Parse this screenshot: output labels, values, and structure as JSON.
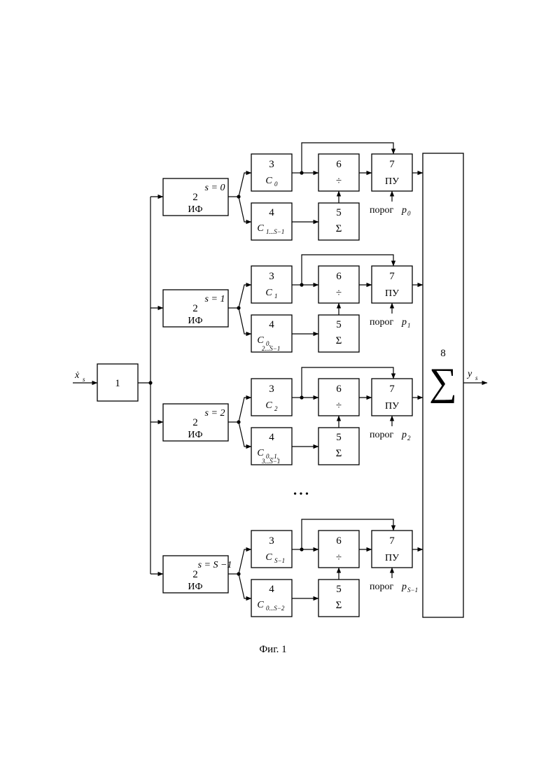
{
  "input": {
    "label": "ẋ",
    "label_sub": "s",
    "block_number": "1"
  },
  "output": {
    "label": "y",
    "label_sub": "s"
  },
  "summator": {
    "number": "8",
    "symbol": "∑"
  },
  "channels": [
    {
      "filter": {
        "number": "2",
        "name": "ИФ",
        "s_label": "s = 0"
      },
      "block3": {
        "number": "3",
        "symbol": "C",
        "sub": "0"
      },
      "block4": {
        "number": "4",
        "symbol": "C",
        "sub": "1...S−1",
        "sub2": ""
      },
      "block5": {
        "number": "5",
        "symbol": "Σ"
      },
      "block6": {
        "number": "6",
        "symbol": "÷"
      },
      "block7": {
        "number": "7",
        "name": "ПУ"
      },
      "threshold": {
        "word": "порог",
        "symbol": "p",
        "sub": "0"
      }
    },
    {
      "filter": {
        "number": "2",
        "name": "ИФ",
        "s_label": "s = 1"
      },
      "block3": {
        "number": "3",
        "symbol": "C",
        "sub": "1"
      },
      "block4": {
        "number": "4",
        "symbol": "C",
        "sub": "0,",
        "sub2": "2...S−1"
      },
      "block5": {
        "number": "5",
        "symbol": "Σ"
      },
      "block6": {
        "number": "6",
        "symbol": "÷"
      },
      "block7": {
        "number": "7",
        "name": "ПУ"
      },
      "threshold": {
        "word": "порог",
        "symbol": "p",
        "sub": "1"
      }
    },
    {
      "filter": {
        "number": "2",
        "name": "ИФ",
        "s_label": "s = 2"
      },
      "block3": {
        "number": "3",
        "symbol": "C",
        "sub": "2"
      },
      "block4": {
        "number": "4",
        "symbol": "C",
        "sub": "0...1,",
        "sub2": "3...S−1"
      },
      "block5": {
        "number": "5",
        "symbol": "Σ"
      },
      "block6": {
        "number": "6",
        "symbol": "÷"
      },
      "block7": {
        "number": "7",
        "name": "ПУ"
      },
      "threshold": {
        "word": "порог",
        "symbol": "p",
        "sub": "2"
      }
    },
    {
      "filter": {
        "number": "2",
        "name": "ИФ",
        "s_label": "s = S −1"
      },
      "block3": {
        "number": "3",
        "symbol": "C",
        "sub": "S−1"
      },
      "block4": {
        "number": "4",
        "symbol": "C",
        "sub": "0...S−2",
        "sub2": ""
      },
      "block5": {
        "number": "5",
        "symbol": "Σ"
      },
      "block6": {
        "number": "6",
        "symbol": "÷"
      },
      "block7": {
        "number": "7",
        "name": "ПУ"
      },
      "threshold": {
        "word": "порог",
        "symbol": "p",
        "sub": "S−1"
      }
    }
  ],
  "ellipsis": "• • •",
  "caption": "Фиг. 1"
}
